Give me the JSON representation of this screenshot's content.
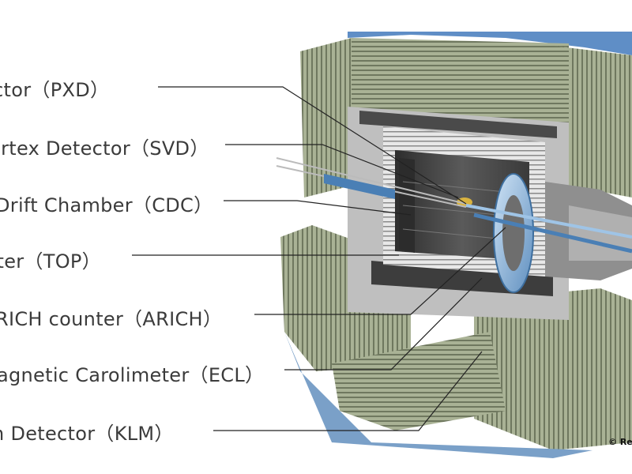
{
  "labels": [
    "ector（PXD）",
    "ertex Detector（SVD）",
    "Drift Chamber（CDC）",
    "nter（TOP）",
    "RICH counter（ARICH）",
    "agnetic Carolimeter（ECL）",
    "n Detector（KLM）"
  ],
  "copyright": "© Re",
  "colors": {
    "text": "#3b3b3b",
    "leader_line": "#222222",
    "iron_plate": "#9aa487",
    "steel": "#c9c9c9",
    "blue_accent": "#5fa0d6"
  }
}
